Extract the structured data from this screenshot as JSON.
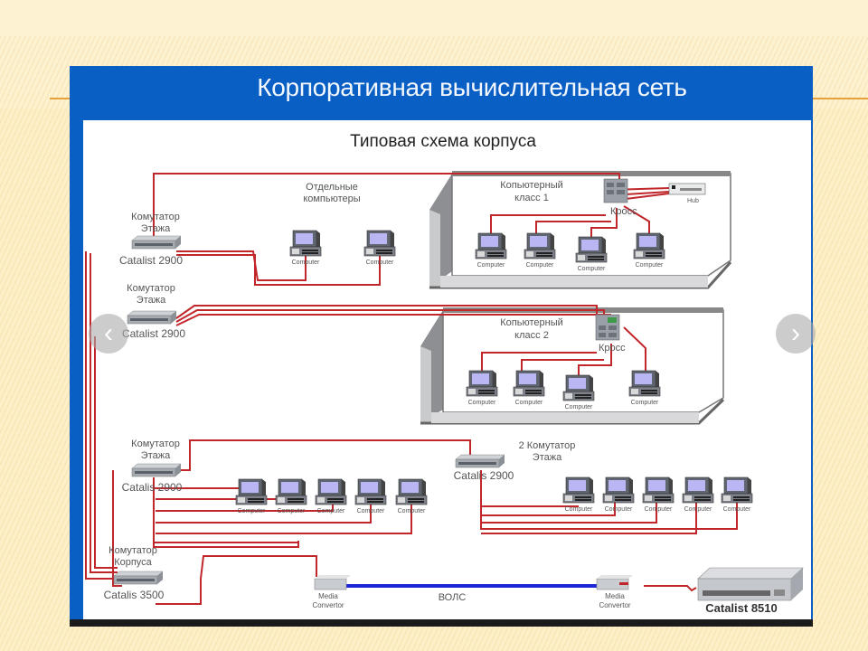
{
  "slide": {
    "title": "Корпоративная вычислительная сеть",
    "subtitle": "Типовая схема корпуса"
  },
  "colors": {
    "frame_blue": "#0a5fc4",
    "cable_red": "#c0262a",
    "fiber_blue": "#1c28d8",
    "background": "#fdf0c8",
    "rule_orange": "#e8a13a"
  },
  "nav": {
    "prev_icon": "‹",
    "next_icon": "›"
  },
  "diagram": {
    "standalone_label_1": "Отдельные",
    "standalone_label_2": "компьютеры",
    "switch1": {
      "title1": "Комутатор",
      "title2": "Этажа",
      "model": "Catalist 2900"
    },
    "switch2": {
      "title1": "Комутатор",
      "title2": "Этажа",
      "model": "Catalist 2900"
    },
    "switch3": {
      "title1": "Комутатор",
      "title2": "Этажа",
      "model": "Catalis 2900"
    },
    "switch4": {
      "title1": "2 Комутатор",
      "title2": "Этажа",
      "model": "Catalis 2900"
    },
    "core_switch": {
      "title1": "Комутатор",
      "title2": "Корпуса",
      "model": "Catalis 3500"
    },
    "room1": {
      "label1": "Копьютерный",
      "label2": "класс 1",
      "cross": "Кросс",
      "hub": "Hub"
    },
    "room2": {
      "label1": "Копьютерный",
      "label2": "класс 2",
      "cross": "Кросс"
    },
    "computer_label": "Computer",
    "media_converter_1": {
      "line1": "Media",
      "line2": "Convertor"
    },
    "media_converter_2": {
      "line1": "Media",
      "line2": "Convertor"
    },
    "fiber_label": "ВОЛС",
    "backbone": {
      "model": "Catalist 8510"
    }
  }
}
